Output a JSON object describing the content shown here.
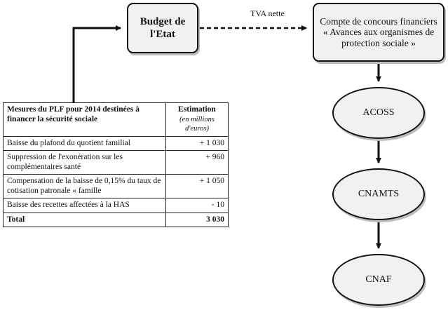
{
  "budget": {
    "label": "Budget de l'Etat"
  },
  "flow_label": "TVA nette",
  "compte": {
    "label": "Compte de concours financiers « Avances aux organismes de protection sociale »"
  },
  "nodes": {
    "acoss": "ACOSS",
    "cnamts": "CNAMTS",
    "cnaf": "CNAF"
  },
  "table": {
    "header_measure": "Mesures du PLF pour 2014 destinées à financer la sécurité sociale",
    "header_estimate": "Estimation",
    "header_unit": "(en millions d'euros)",
    "rows": [
      {
        "measure": "Baisse du plafond du quotient familial",
        "value": "+ 1 030"
      },
      {
        "measure": "Suppression de l'exonération sur les complémentaires santé",
        "value": "+ 960"
      },
      {
        "measure": "Compensation de la baisse de 0,15% du taux de cotisation patronale « famille",
        "value": "+ 1 050"
      },
      {
        "measure": "Baisse des recettes affectées à la HAS",
        "value": "- 10"
      }
    ],
    "total_label": "Total",
    "total_value": "3 030"
  }
}
